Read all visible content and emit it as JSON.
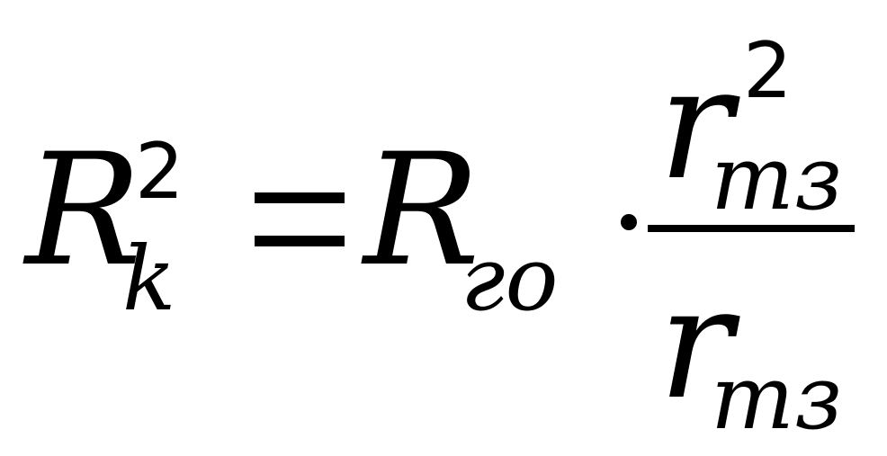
{
  "formula": {
    "lhs": {
      "symbol": "R",
      "subscript": "k",
      "superscript": "2"
    },
    "operator": "=",
    "rhs_factor": {
      "symbol": "R",
      "subscript": "го"
    },
    "multiply": "·",
    "fraction": {
      "numerator": {
        "symbol": "r",
        "subscript": "тз",
        "superscript": "2"
      },
      "denominator": {
        "symbol": "r",
        "subscript": "тз"
      }
    }
  }
}
